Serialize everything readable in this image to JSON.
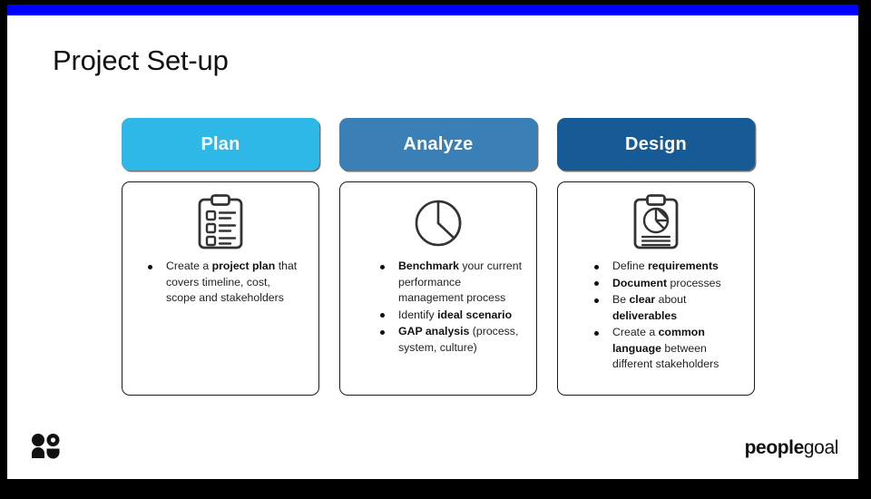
{
  "slide": {
    "title": "Project Set-up",
    "accent_bar_color": "#0000FF",
    "background_color": "#FFFFFF",
    "frame_color": "#000000"
  },
  "columns": [
    {
      "key": "plan",
      "header_label": "Plan",
      "header_color": "#2DB8E8",
      "icon_name": "clipboard-checklist-icon",
      "bullets": [
        [
          {
            "t": "Create a ",
            "b": false
          },
          {
            "t": "project plan",
            "b": true
          },
          {
            "t": " that covers timeline, cost, scope and stakeholders",
            "b": false
          }
        ]
      ]
    },
    {
      "key": "analyze",
      "header_label": "Analyze",
      "header_color": "#3A7FB5",
      "icon_name": "pie-chart-icon",
      "bullets": [
        [
          {
            "t": "Benchmark",
            "b": true
          },
          {
            "t": " your current performance management process",
            "b": false
          }
        ],
        [
          {
            "t": "Identify ",
            "b": false
          },
          {
            "t": "ideal scenario",
            "b": true
          }
        ],
        [
          {
            "t": "GAP analysis",
            "b": true
          },
          {
            "t": " (process, system, culture)",
            "b": false
          }
        ]
      ]
    },
    {
      "key": "design",
      "header_label": "Design",
      "header_color": "#165B96",
      "icon_name": "clipboard-report-icon",
      "bullets": [
        [
          {
            "t": "Define ",
            "b": false
          },
          {
            "t": "requirements",
            "b": true
          }
        ],
        [
          {
            "t": "Document",
            "b": true
          },
          {
            "t": " processes",
            "b": false
          }
        ],
        [
          {
            "t": "Be ",
            "b": false
          },
          {
            "t": "clear",
            "b": true
          },
          {
            "t": " about ",
            "b": false
          },
          {
            "t": "deliverables",
            "b": true
          }
        ],
        [
          {
            "t": "Create a ",
            "b": false
          },
          {
            "t": "common language",
            "b": true
          },
          {
            "t": " between different stakeholders",
            "b": false
          }
        ]
      ]
    }
  ],
  "footer": {
    "logo_icon_name": "two-people-logo-icon",
    "brand_bold": "people",
    "brand_light": "goal"
  }
}
